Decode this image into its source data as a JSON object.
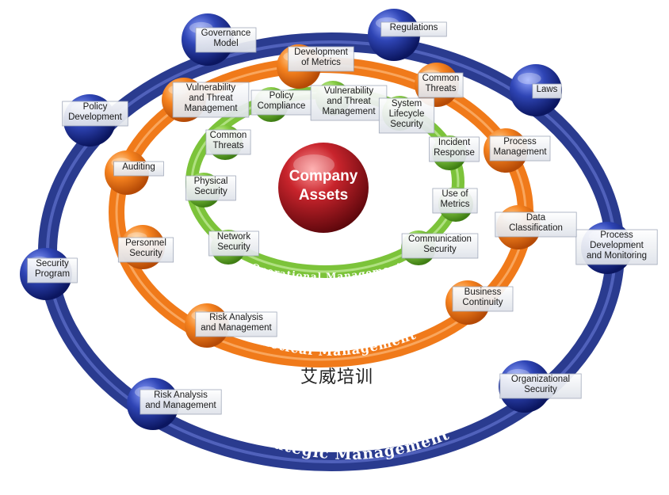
{
  "center": {
    "line1": "Company",
    "line2": "Assets"
  },
  "rings": {
    "strategic": {
      "title": "Strategic Management",
      "color": "#2a3b8f"
    },
    "tactical": {
      "title": "Tactical Management",
      "color": "#f07a1a"
    },
    "operational": {
      "title": "Operational Management",
      "color": "#7cc33a"
    }
  },
  "strategic_nodes": [
    {
      "name": "governance-model",
      "lines": [
        "Governance",
        "Model"
      ]
    },
    {
      "name": "regulations",
      "lines": [
        "Regulations"
      ]
    },
    {
      "name": "laws",
      "lines": [
        "Laws"
      ]
    },
    {
      "name": "process-development-and-monitoring",
      "lines": [
        "Process",
        "Development",
        "and Monitoring"
      ]
    },
    {
      "name": "organizational-security",
      "lines": [
        "Organizational",
        "Security"
      ]
    },
    {
      "name": "risk-analysis-and-management-strategic",
      "lines": [
        "Risk Analysis",
        "and Management"
      ]
    },
    {
      "name": "security-program",
      "lines": [
        "Security",
        "Program"
      ]
    },
    {
      "name": "policy-development",
      "lines": [
        "Policy",
        "Development"
      ]
    }
  ],
  "tactical_nodes": [
    {
      "name": "development-of-metrics",
      "lines": [
        "Development",
        "of Metrics"
      ]
    },
    {
      "name": "common-threats-tactical",
      "lines": [
        "Common",
        "Threats"
      ]
    },
    {
      "name": "process-management",
      "lines": [
        "Process",
        "Management"
      ]
    },
    {
      "name": "data-classification",
      "lines": [
        "Data",
        "Classification"
      ]
    },
    {
      "name": "business-continuity",
      "lines": [
        "Business",
        "Continuity"
      ]
    },
    {
      "name": "risk-analysis-and-management-tactical",
      "lines": [
        "Risk Analysis",
        "and Management"
      ]
    },
    {
      "name": "personnel-security",
      "lines": [
        "Personnel",
        "Security"
      ]
    },
    {
      "name": "auditing",
      "lines": [
        "Auditing"
      ]
    },
    {
      "name": "vulnerability-and-threat-management-tactical",
      "lines": [
        "Vulnerability",
        "and Threat",
        "Management"
      ]
    }
  ],
  "operational_nodes": [
    {
      "name": "policy-compliance",
      "lines": [
        "Policy",
        "Compliance"
      ]
    },
    {
      "name": "vulnerability-and-threat-management-operational",
      "lines": [
        "Vulnerability",
        "and Threat",
        "Management"
      ]
    },
    {
      "name": "system-lifecycle-security",
      "lines": [
        "System",
        "Lifecycle",
        "Security"
      ]
    },
    {
      "name": "incident-response",
      "lines": [
        "Incident",
        "Response"
      ]
    },
    {
      "name": "use-of-metrics",
      "lines": [
        "Use of",
        "Metrics"
      ]
    },
    {
      "name": "communication-security",
      "lines": [
        "Communication",
        "Security"
      ]
    },
    {
      "name": "network-security",
      "lines": [
        "Network",
        "Security"
      ]
    },
    {
      "name": "physical-security",
      "lines": [
        "Physical",
        "Security"
      ]
    },
    {
      "name": "common-threats-operational",
      "lines": [
        "Common",
        "Threats"
      ]
    }
  ],
  "watermark": "艾威培训"
}
